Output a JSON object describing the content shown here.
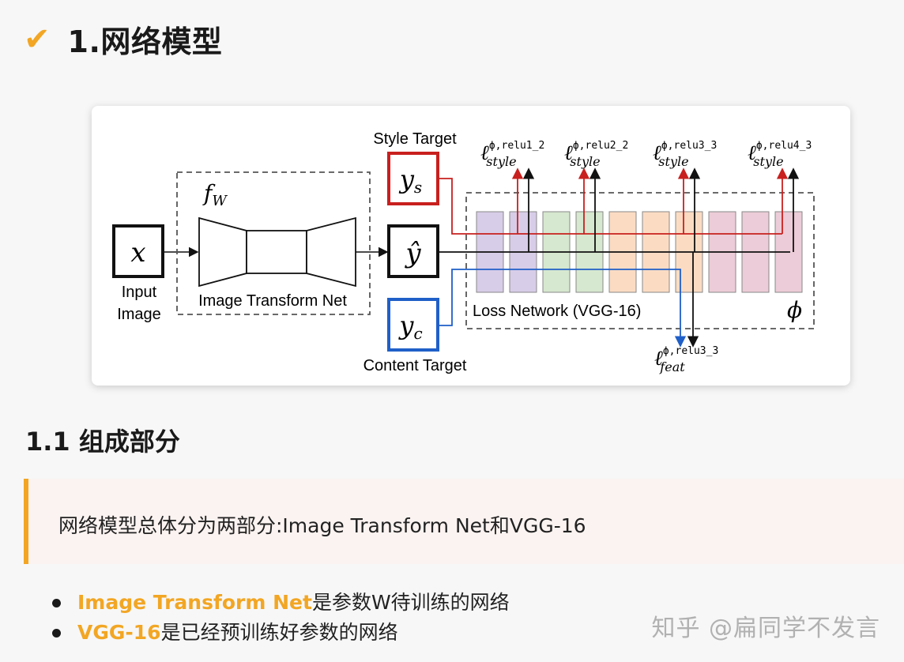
{
  "heading": {
    "icon": "check-icon",
    "title": "1.网络模型"
  },
  "figure": {
    "input_symbol": "x",
    "input_label_line1": "Input",
    "input_label_line2": "Image",
    "fw_label": "f",
    "fw_sub": "W",
    "transform_label": "Image Transform Net",
    "yhat_symbol": "ŷ",
    "ys_symbol": "y",
    "ys_sub": "s",
    "yc_symbol": "y",
    "yc_sub": "c",
    "style_target": "Style Target",
    "content_target": "Content Target",
    "loss_network": "Loss Network (VGG-16)",
    "phi": "ϕ",
    "losses": [
      {
        "sup": "ϕ,relu1_2",
        "sub": "style"
      },
      {
        "sup": "ϕ,relu2_2",
        "sub": "style"
      },
      {
        "sup": "ϕ,relu3_3",
        "sub": "style"
      },
      {
        "sup": "ϕ,relu4_3",
        "sub": "style"
      }
    ],
    "feat_loss": {
      "sup": "ϕ,relu3_3",
      "sub": "feat"
    },
    "ell": "ℓ",
    "colors": {
      "style_red": "#c8201e",
      "content_blue": "#1f5fc8"
    }
  },
  "section": {
    "title": "1.1 组成部分"
  },
  "quote": {
    "text": "网络模型总体分为两部分:Image Transform Net和VGG-16"
  },
  "bullets": [
    {
      "highlight": "Image Transform Net",
      "rest": "是参数W待训练的网络"
    },
    {
      "highlight": "VGG-16",
      "rest": "是已经预训练好参数的网络"
    }
  ],
  "watermark": "知乎 @扁同学不发言",
  "accent": "#f2a623"
}
